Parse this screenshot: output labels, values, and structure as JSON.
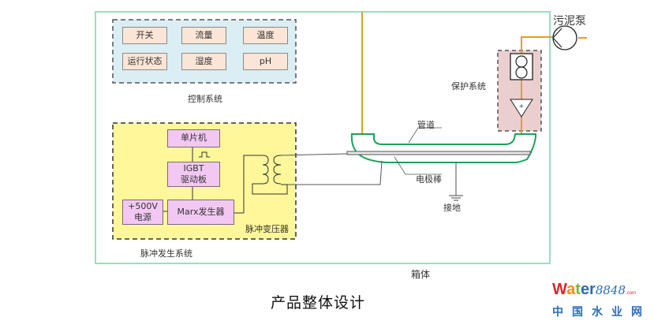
{
  "diagram": {
    "enclosure_label": "箱体",
    "control_system": {
      "label": "控制系统",
      "items": [
        "开关",
        "流量",
        "温度",
        "运行状态",
        "湿度",
        "pH"
      ]
    },
    "pulse_system": {
      "label": "脉冲发生系统",
      "mcu": "单片机",
      "igbt_line1": "IGBT",
      "igbt_line2": "驱动板",
      "power_line1": "+500V",
      "power_line2": "电源",
      "marx": "Marx发生器",
      "transformer": "脉冲变压器"
    },
    "protection_system": {
      "label": "保护系统"
    },
    "pipe_label": "管道",
    "electrode_label": "电极棒",
    "ground_label": "接地",
    "pump_label": "污泥泵"
  },
  "caption": "产品整体设计",
  "logo": {
    "w": "W",
    "a": "a",
    "t": "t",
    "er": "er",
    "num": "8848",
    "com": ".com",
    "cn": "中国水业网"
  },
  "colors": {
    "enclosure": "#9fdcc0",
    "control_bg": "#dbeef4",
    "control_item_bg": "#fbe5d6",
    "pulse_bg": "#fff799",
    "pulse_item_bg": "#f2c8f2",
    "protection_bg": "#ebcfcf",
    "pipe_green": "#1ea05a",
    "sludge_line": "#e0a020"
  }
}
